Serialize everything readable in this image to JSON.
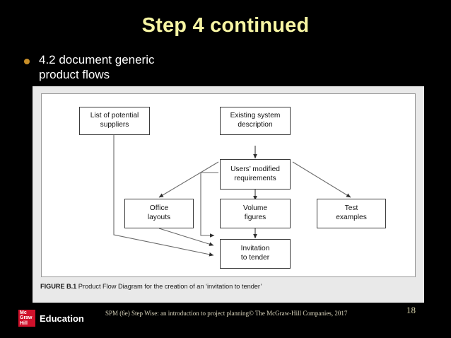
{
  "slide": {
    "title": "Step 4 continued",
    "background_color": "#000000",
    "title_color": "#f7f5a3",
    "bullet_color": "#c98f28",
    "body_text_color": "#ffffff"
  },
  "bullet": {
    "text": "4.2 document generic\nproduct flows"
  },
  "figure": {
    "caption_label": "FIGURE B.1",
    "caption_text": "Product Flow Diagram for the creation of an ‘invitation to tender’",
    "nodes": [
      {
        "id": "list-of-potential-suppliers",
        "label": "List of potential\nsuppliers"
      },
      {
        "id": "existing-system-description",
        "label": "Existing system\ndescription"
      },
      {
        "id": "users-modified-requirements",
        "label": "Users’ modified\nrequirements"
      },
      {
        "id": "office-layouts",
        "label": "Office\nlayouts"
      },
      {
        "id": "volume-figures",
        "label": "Volume\nfigures"
      },
      {
        "id": "test-examples",
        "label": "Test\nexamples"
      },
      {
        "id": "invitation-to-tender",
        "label": "Invitation\nto tender"
      }
    ]
  },
  "footer": {
    "logo_line1": "Mc",
    "logo_line2": "Graw",
    "logo_line3": "Hill",
    "logo_word": "Education",
    "logo_color": "#d0112b",
    "text": "SPM (6e)  Step Wise: an introduction to project planning© The McGraw-Hill Companies, 2017",
    "page_number": "18"
  }
}
